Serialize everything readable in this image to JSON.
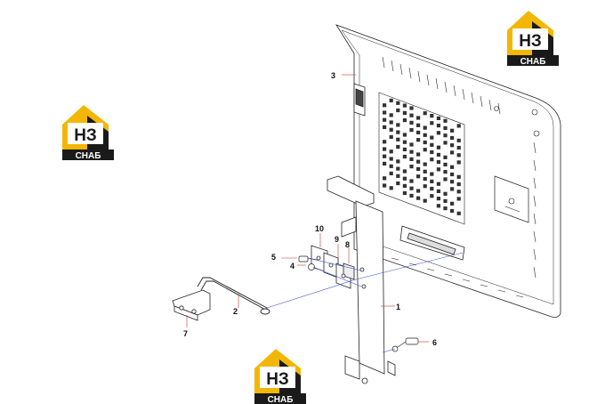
{
  "brand": {
    "mark": "НЗ",
    "word": "СНАБ",
    "colors": {
      "gold": "#f2b705",
      "dark": "#1a1a1a",
      "white": "#ffffff"
    }
  },
  "callouts": [
    {
      "id": "1",
      "label": "1"
    },
    {
      "id": "2",
      "label": "2"
    },
    {
      "id": "3",
      "label": "3"
    },
    {
      "id": "4",
      "label": "4"
    },
    {
      "id": "5",
      "label": "5"
    },
    {
      "id": "6",
      "label": "6"
    },
    {
      "id": "7",
      "label": "7"
    },
    {
      "id": "8",
      "label": "8"
    },
    {
      "id": "9",
      "label": "9"
    },
    {
      "id": "10",
      "label": "10"
    }
  ],
  "colors": {
    "line": "#222222",
    "leader": "#c0392b",
    "hidden": "#3d4fd6",
    "fill": "#ffffff"
  }
}
